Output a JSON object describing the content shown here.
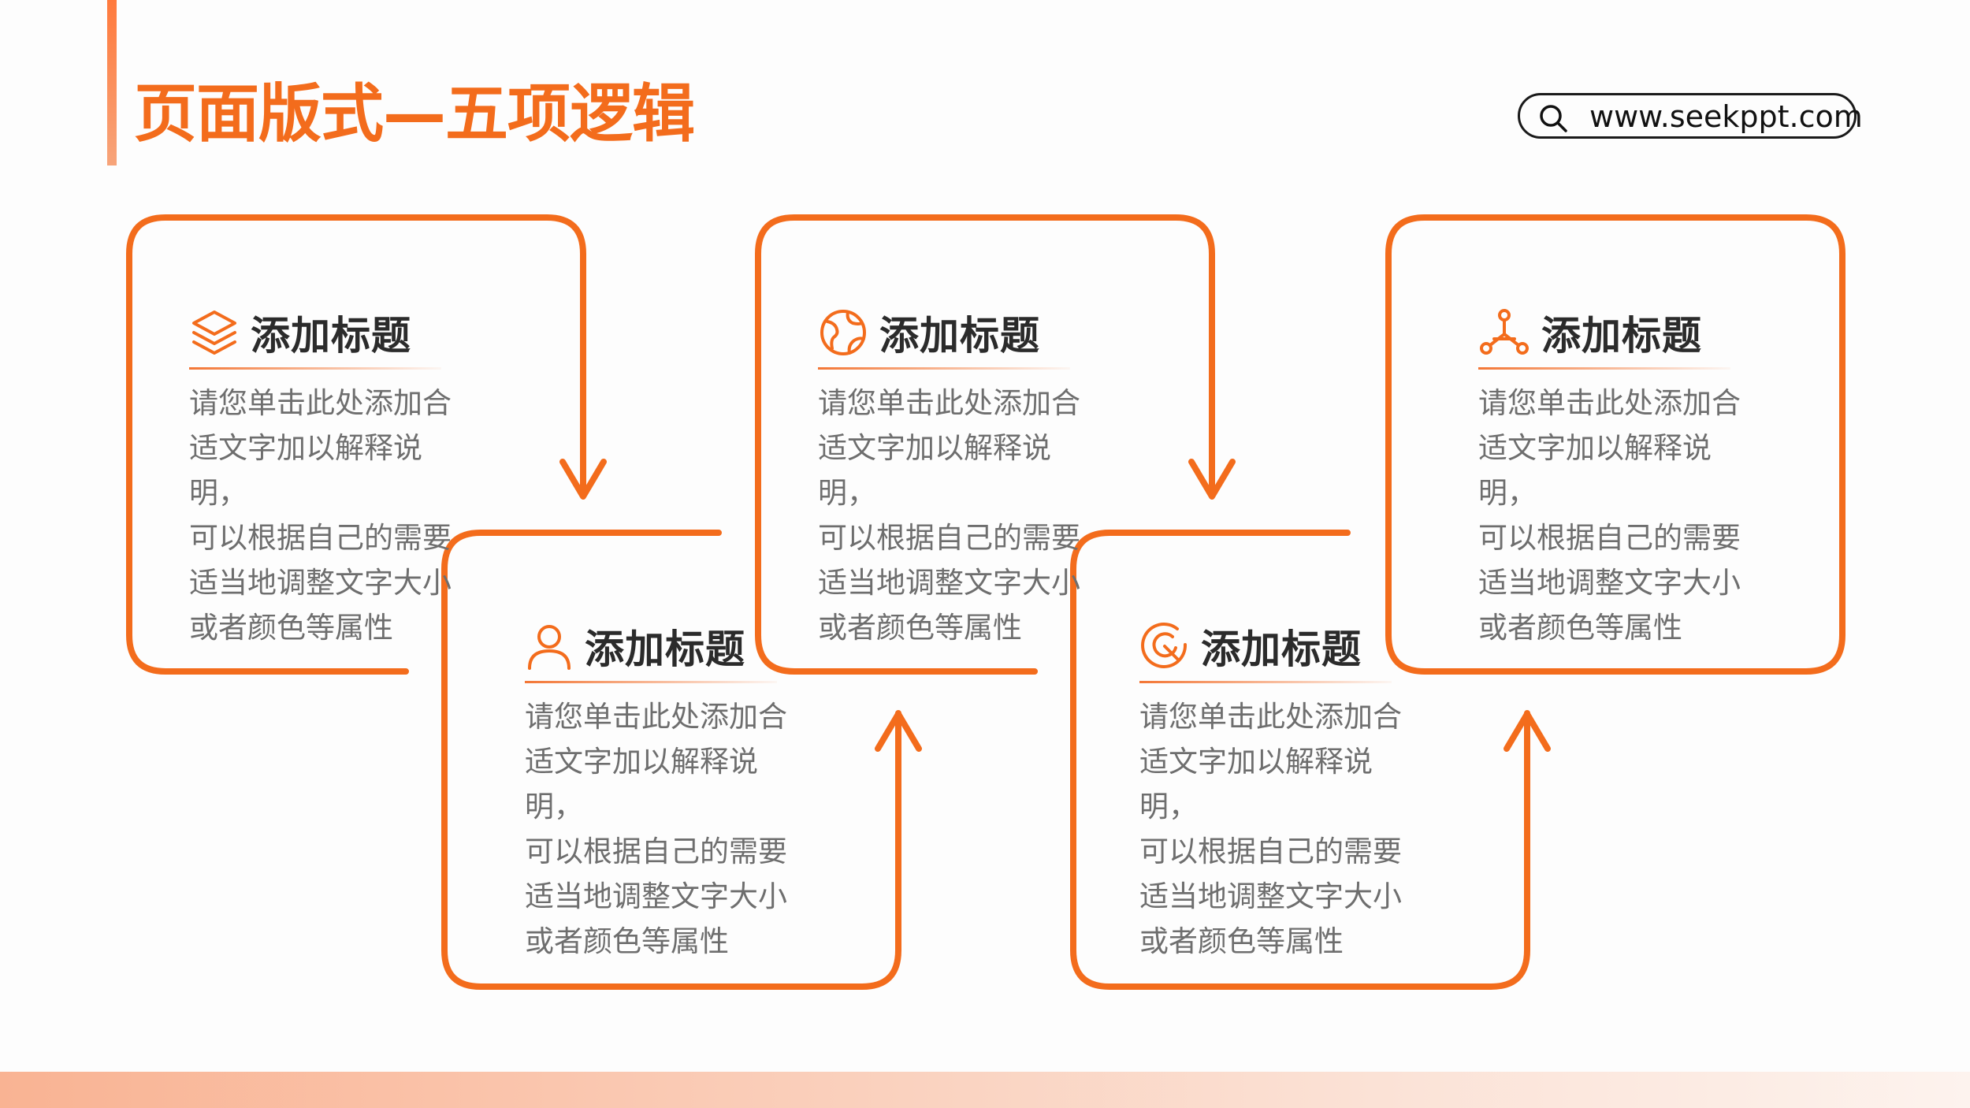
{
  "header": {
    "title": "页面版式—五项逻辑",
    "site_url": "www.seekppt.com"
  },
  "colors": {
    "accent": "#f36c1c",
    "title_text": "#2b2b2b",
    "body_text": "#6e6e6e"
  },
  "cards": [
    {
      "icon": "layers-icon",
      "title": "添加标题",
      "body": "请您单击此处添加合\n适文字加以解释说明，\n可以根据自己的需要\n适当地调整文字大小\n或者颜色等属性"
    },
    {
      "icon": "user-icon",
      "title": "添加标题",
      "body": "请您单击此处添加合\n适文字加以解释说明，\n可以根据自己的需要\n适当地调整文字大小\n或者颜色等属性"
    },
    {
      "icon": "globe-icon",
      "title": "添加标题",
      "body": "请您单击此处添加合\n适文字加以解释说明，\n可以根据自己的需要\n适当地调整文字大小\n或者颜色等属性"
    },
    {
      "icon": "target-icon",
      "title": "添加标题",
      "body": "请您单击此处添加合\n适文字加以解释说明，\n可以根据自己的需要\n适当地调整文字大小\n或者颜色等属性"
    },
    {
      "icon": "network-icon",
      "title": "添加标题",
      "body": "请您单击此处添加合\n适文字加以解释说明，\n可以根据自己的需要\n适当地调整文字大小\n或者颜色等属性"
    }
  ]
}
